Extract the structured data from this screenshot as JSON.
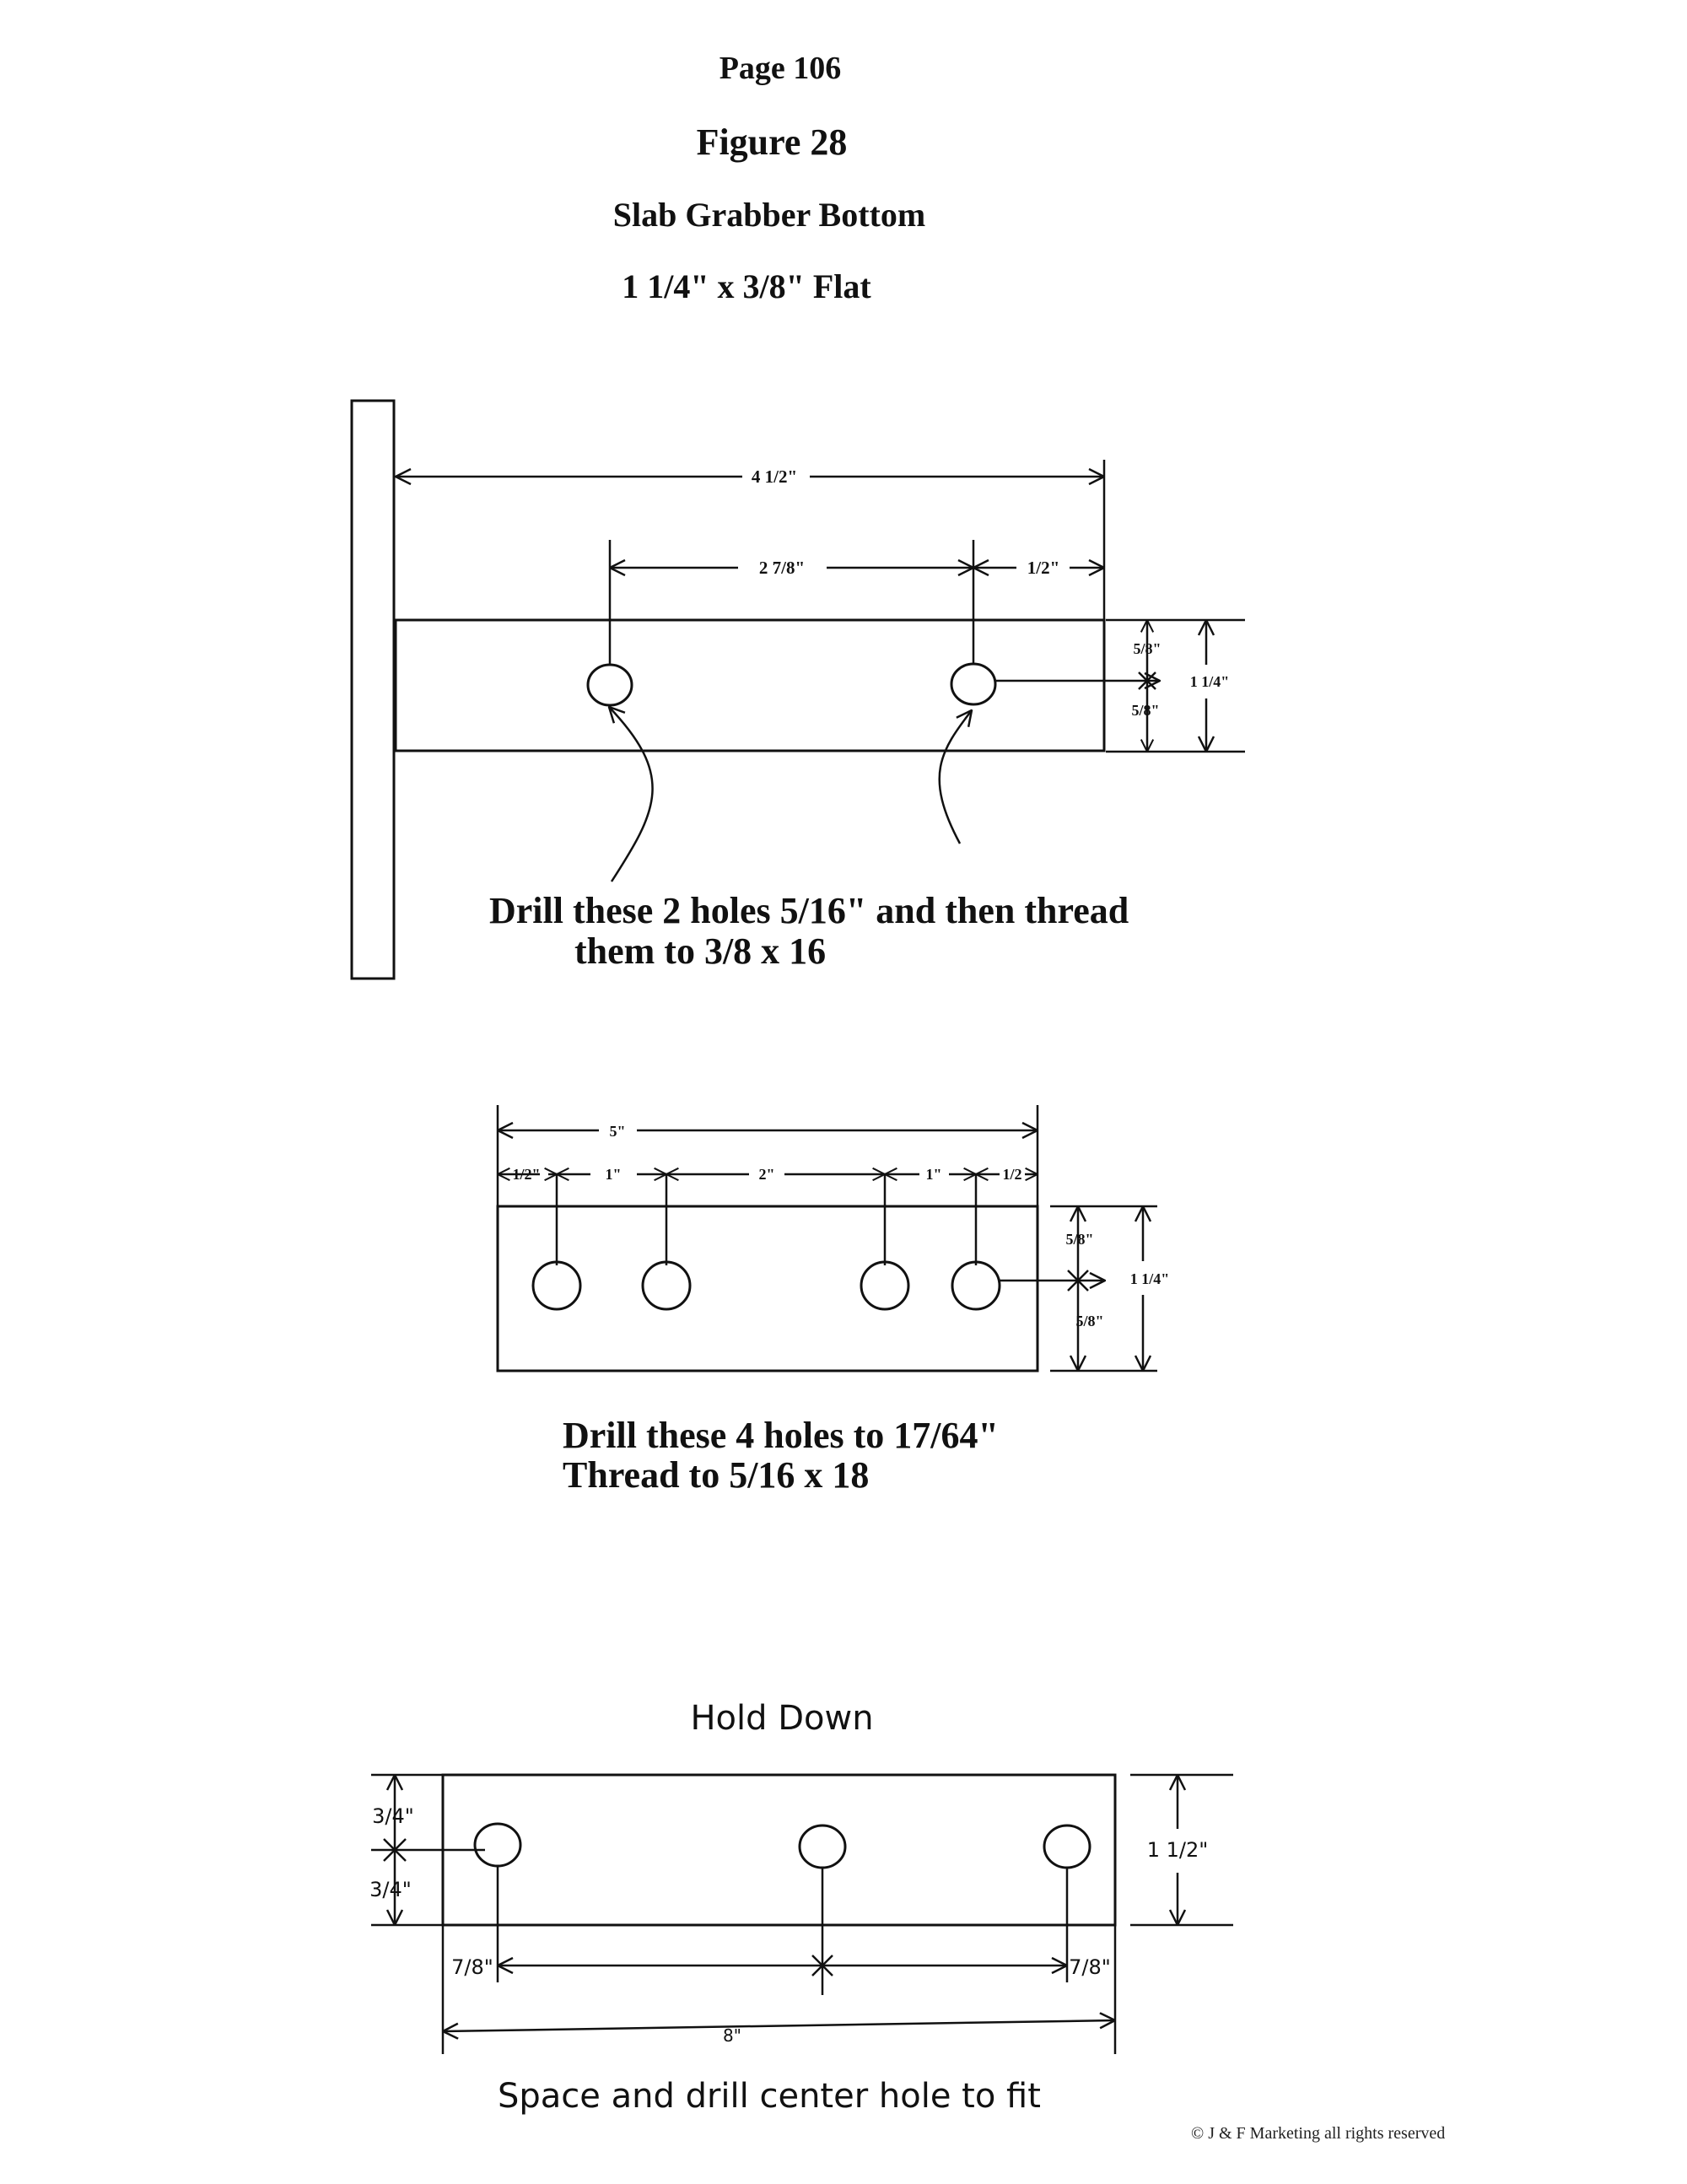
{
  "header": {
    "page": "Page 106",
    "figure": "Figure  28",
    "title": "Slab Grabber Bottom",
    "stock": "1 1/4\" x 3/8\" Flat"
  },
  "part1": {
    "dims": {
      "overall": "4 1/2\"",
      "hole_spacing": "2 7/8\"",
      "end_offset": "1/2\"",
      "half_top": "5/8\"",
      "half_bottom": "5/8\"",
      "width": "1 1/4\""
    },
    "note_line1": "Drill these 2 holes 5/16\" and then thread",
    "note_line2": "them to 3/8  x 16"
  },
  "part2": {
    "dims": {
      "overall": "5\"",
      "s1": "1/2\"",
      "s2": "1\"",
      "s3": "2\"",
      "s4": "1\"",
      "s5": "1/2",
      "half_top": "5/8\"",
      "half_bottom": "5/8\"",
      "width": "1 1/4\""
    },
    "note_line1": "Drill these 4 holes to 17/64\"",
    "note_line2": "Thread to 5/16 x 18"
  },
  "part3": {
    "title": "Hold Down",
    "dims": {
      "half_top": "3/4\"",
      "half_bottom": "3/4\"",
      "width": "1 1/2\"",
      "left_offset": "7/8\"",
      "right_offset": "7/8\"",
      "overall": "8\""
    },
    "note": "Space and drill center hole to fit"
  },
  "footer": {
    "copyright": "© J & F Marketing all rights reserved"
  }
}
